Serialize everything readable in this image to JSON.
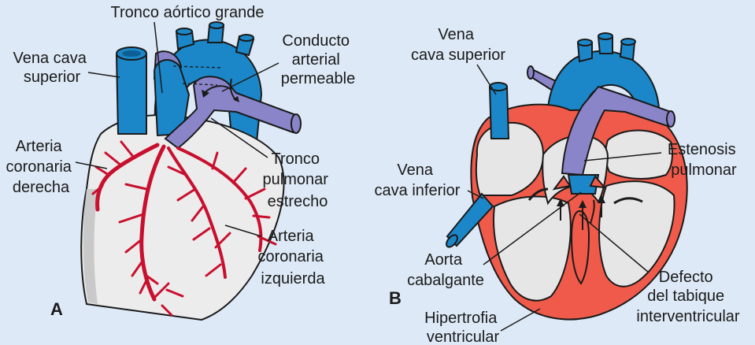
{
  "colors": {
    "background": "#dde9f6",
    "aorta": "#1b87c9",
    "pulmonary": "#8a84c8",
    "muscle": "#ef5a4a",
    "heart_surface": "#ececec",
    "coronary": "#c8102e"
  },
  "panel_a": {
    "letter": "A",
    "labels": {
      "tronco_aortico": "Tronco aórtico grande",
      "vena_cava_sup": [
        "Vena cava",
        "superior"
      ],
      "conducto": [
        "Conducto",
        "arterial",
        "permeable"
      ],
      "coronaria_der": [
        "Arteria",
        "coronaria",
        "derecha"
      ],
      "tronco_pulmonar": [
        "Tronco",
        "pulmonar",
        "estrecho"
      ],
      "coronaria_izq": [
        "Arteria",
        "coronaria",
        "izquierda"
      ]
    }
  },
  "panel_b": {
    "letter": "B",
    "labels": {
      "vena_cava_sup": [
        "Vena",
        "cava superior"
      ],
      "vena_cava_inf": [
        "Vena",
        "cava inferior"
      ],
      "estenosis": [
        "Estenosis",
        "pulmonar"
      ],
      "aorta_cabalgante": [
        "Aorta",
        "cabalgante"
      ],
      "defecto": [
        "Defecto",
        "del tabique",
        "interventricular"
      ],
      "hipertrofia": [
        "Hipertrofia",
        "ventricular"
      ]
    }
  }
}
